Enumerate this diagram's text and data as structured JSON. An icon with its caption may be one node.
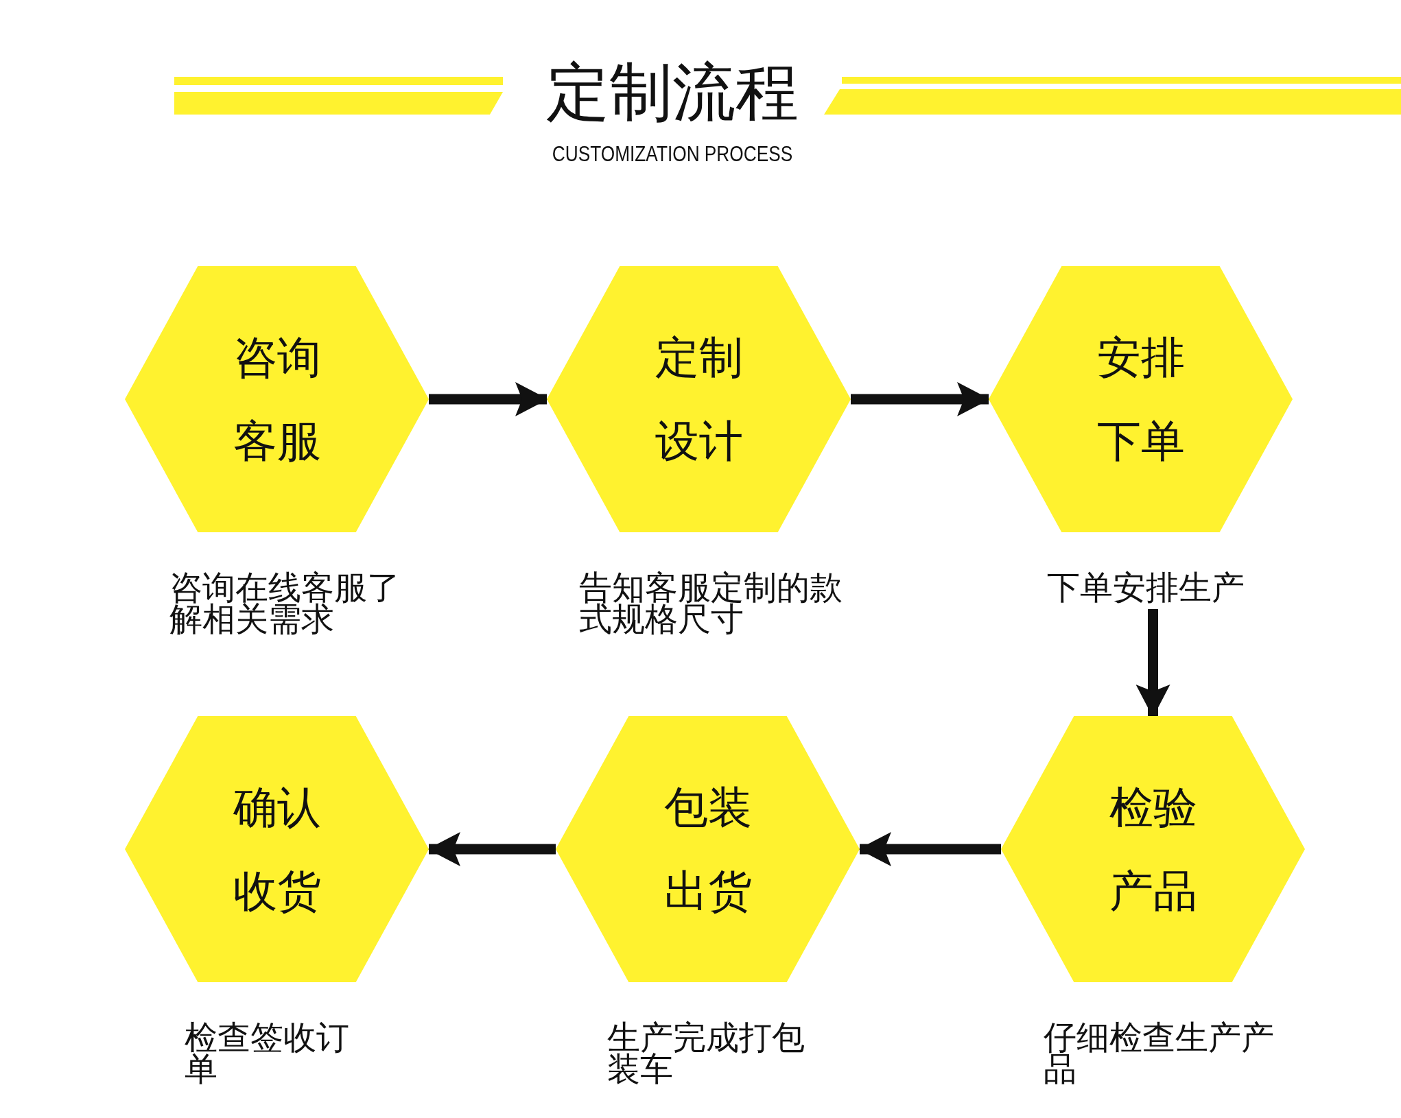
{
  "diagram": {
    "title": "定制流程",
    "caption": "CUSTOMIZATION PROCESS",
    "nodes": [
      {
        "text": [
          "咨询客服"
        ],
        "beside": [
          "咨询在线客服了解相关需求"
        ]
      },
      {
        "text": [
          "定制设计"
        ],
        "beside": [
          "告知客服定制的款式规格尺寸"
        ]
      },
      {
        "text": [
          "安排下单"
        ],
        "beside": [
          "下单安排生产"
        ]
      },
      {
        "text": [
          "确认收货"
        ],
        "beside": [
          "检查签收订单"
        ]
      },
      {
        "text": [
          "包装出货"
        ],
        "beside": [
          "生产完成打包装车"
        ]
      },
      {
        "text": [
          "检验产品"
        ],
        "beside": [
          "仔细检查生产产品"
        ]
      }
    ],
    "edges": [
      {
        "from": 0,
        "to": 1,
        "arrow": "to"
      },
      {
        "from": 1,
        "to": 2,
        "arrow": "to"
      },
      {
        "from": 2,
        "to": 5,
        "arrow": "to"
      },
      {
        "from": 5,
        "to": 4,
        "arrow": "to"
      },
      {
        "from": 4,
        "to": 3,
        "arrow": "to"
      }
    ]
  }
}
